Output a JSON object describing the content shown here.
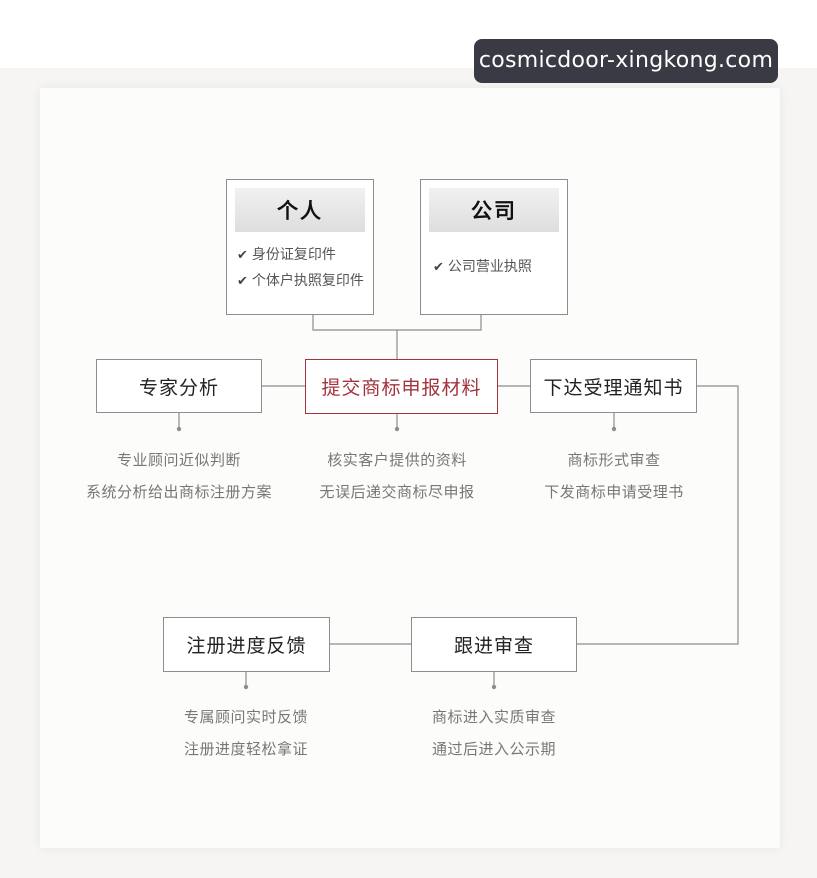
{
  "watermark": "cosmicdoor-xingkong.com",
  "groups": {
    "personal": {
      "title": "个人",
      "items": [
        "身份证复印件",
        "个体户执照复印件"
      ]
    },
    "company": {
      "title": "公司",
      "items": [
        "公司营业执照"
      ]
    }
  },
  "steps": {
    "expert": {
      "label": "专家分析",
      "desc": [
        "专业顾问近似判断",
        "系统分析给出商标注册方案"
      ]
    },
    "submit": {
      "label": "提交商标申报材料",
      "desc": [
        "核实客户提供的资料",
        "无误后递交商标尽申报"
      ]
    },
    "notice": {
      "label": "下达受理通知书",
      "desc": [
        "商标形式审查",
        "下发商标申请受理书"
      ]
    },
    "review": {
      "label": "跟进审查",
      "desc": [
        "商标进入实质审查",
        "通过后进入公示期"
      ]
    },
    "feedback": {
      "label": "注册进度反馈",
      "desc": [
        "专属顾问实时反馈",
        "注册进度轻松拿证"
      ]
    }
  },
  "colors": {
    "accent": "#a3343d",
    "line": "#8d8d8d"
  },
  "icons": {
    "check": "check-icon"
  }
}
